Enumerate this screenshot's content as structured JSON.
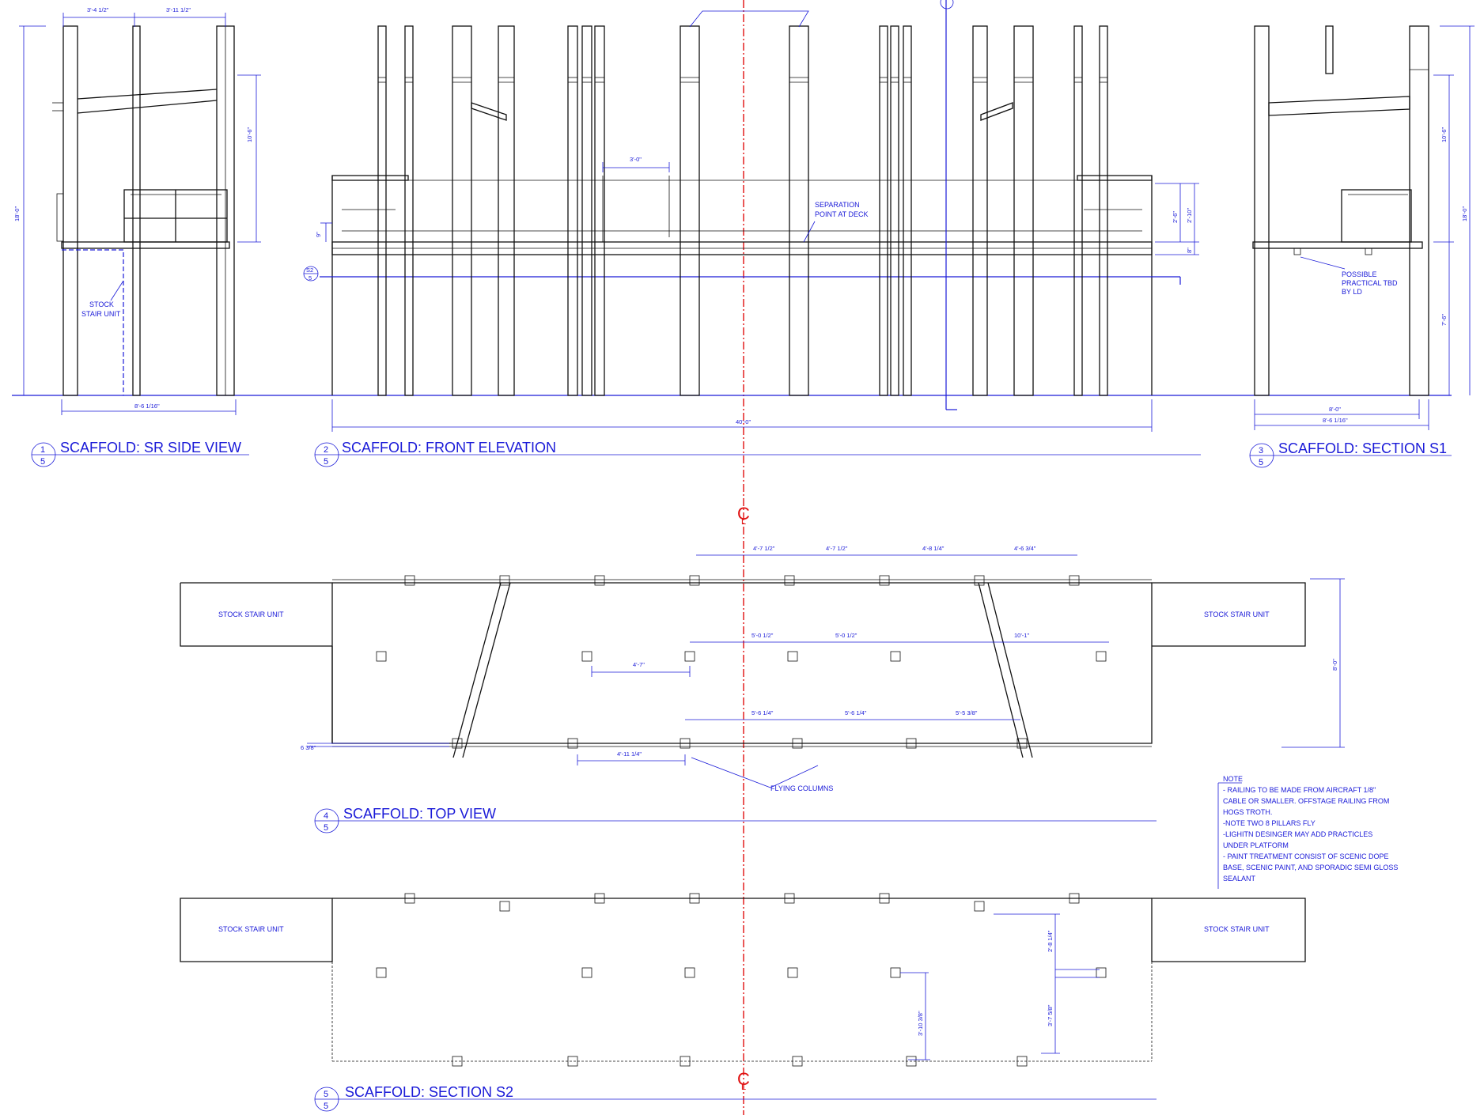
{
  "views": [
    {
      "number": "1",
      "sheet": "5",
      "title": "SCAFFOLD: SR SIDE VIEW"
    },
    {
      "number": "2",
      "sheet": "5",
      "title": "SCAFFOLD: FRONT ELEVATION"
    },
    {
      "number": "3",
      "sheet": "5",
      "title": "SCAFFOLD: SECTION S1"
    },
    {
      "number": "4",
      "sheet": "5",
      "title": "SCAFFOLD: TOP VIEW"
    },
    {
      "number": "5",
      "sheet": "5",
      "title": "SCAFFOLD: SECTION S2"
    }
  ],
  "side_view": {
    "dims": [
      "3'-4 1/2\"",
      "3'-11 1/2\"",
      "10'-6\"",
      "18'-0\"",
      "8'-6 1/16\""
    ],
    "stair_label": [
      "STOCK",
      "STAIR UNIT"
    ]
  },
  "front": {
    "dims": [
      "3'-0\"",
      "9\"",
      "2'-6\"",
      "2'-10\"",
      "8\"",
      "40'-0\""
    ],
    "separation_label": [
      "SEPARATION",
      "POINT AT DECK"
    ],
    "section_tag": {
      "top": "S2",
      "bottom": "5"
    }
  },
  "section_s1": {
    "dims": [
      "10'-6\"",
      "18'-0\"",
      "7'-6\"",
      "8'-0\"",
      "8'-6 1/16\""
    ],
    "note": [
      "POSSIBLE",
      "PRACTICAL TBD",
      "BY LD"
    ]
  },
  "centerline": {
    "symbol": "C",
    "subscript": "L"
  },
  "top_view": {
    "stair": "STOCK STAIR UNIT",
    "row1": [
      "4'-7 1/2\"",
      "4'-7 1/2\"",
      "4'-8 1/4\"",
      "4'-6 3/4\""
    ],
    "row2": [
      "5'-0 1/2\"",
      "5'-0 1/2\"",
      "10'-1\""
    ],
    "row3": [
      "5'-6 1/4\"",
      "5'-6 1/4\"",
      "5'-5 3/8\""
    ],
    "misc": [
      "4'-7\"",
      "4'-11 1/4\"",
      "6 3/8\"",
      "8'-0\""
    ],
    "flying": "FLYING COLUMNS"
  },
  "section_s2": {
    "stair": "STOCK STAIR UNIT",
    "dims": [
      "2'-8 1/4\"",
      "3'-7 5/8\"",
      "3'-10 3/8\""
    ]
  },
  "note": {
    "heading": "NOTE",
    "lines": [
      "- RAILING TO BE MADE FROM AIRCRAFT 1/8\"",
      "CABLE OR SMALLER. OFFSTAGE RAILING FROM",
      "HOGS TROTH.",
      "-NOTE TWO 8 PILLARS FLY",
      "-LIGHITN DESINGER MAY ADD PRACTICLES",
      "UNDER PLATFORM",
      "- PAINT TREATMENT CONSIST OF SCENIC DOPE",
      "BASE, SCENIC PAINT, AND SPORADIC SEMI GLOSS",
      "SEALANT"
    ]
  }
}
